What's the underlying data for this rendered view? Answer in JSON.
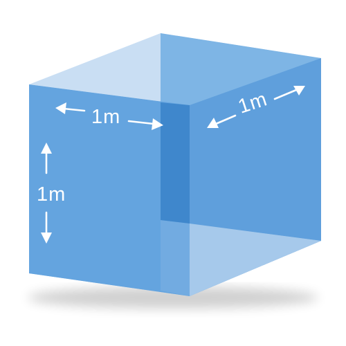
{
  "dimensions": {
    "width_label": "1m",
    "depth_label": "1m",
    "height_label": "1m"
  },
  "colors": {
    "front_face": "#5e9fdc",
    "side_face": "#5b9edb",
    "top_face": "#c4dbf1",
    "back_face_visible": "#7bb3e4",
    "back_edge_overlap": "#3e86cb",
    "bottom_face_visible": "#a7c9ea",
    "label_and_arrows": "#ffffff",
    "background": "#ffffff"
  },
  "icons": {
    "arrows": [
      "arrow-left-icon",
      "arrow-right-icon",
      "arrow-up-icon",
      "arrow-down-icon"
    ]
  }
}
